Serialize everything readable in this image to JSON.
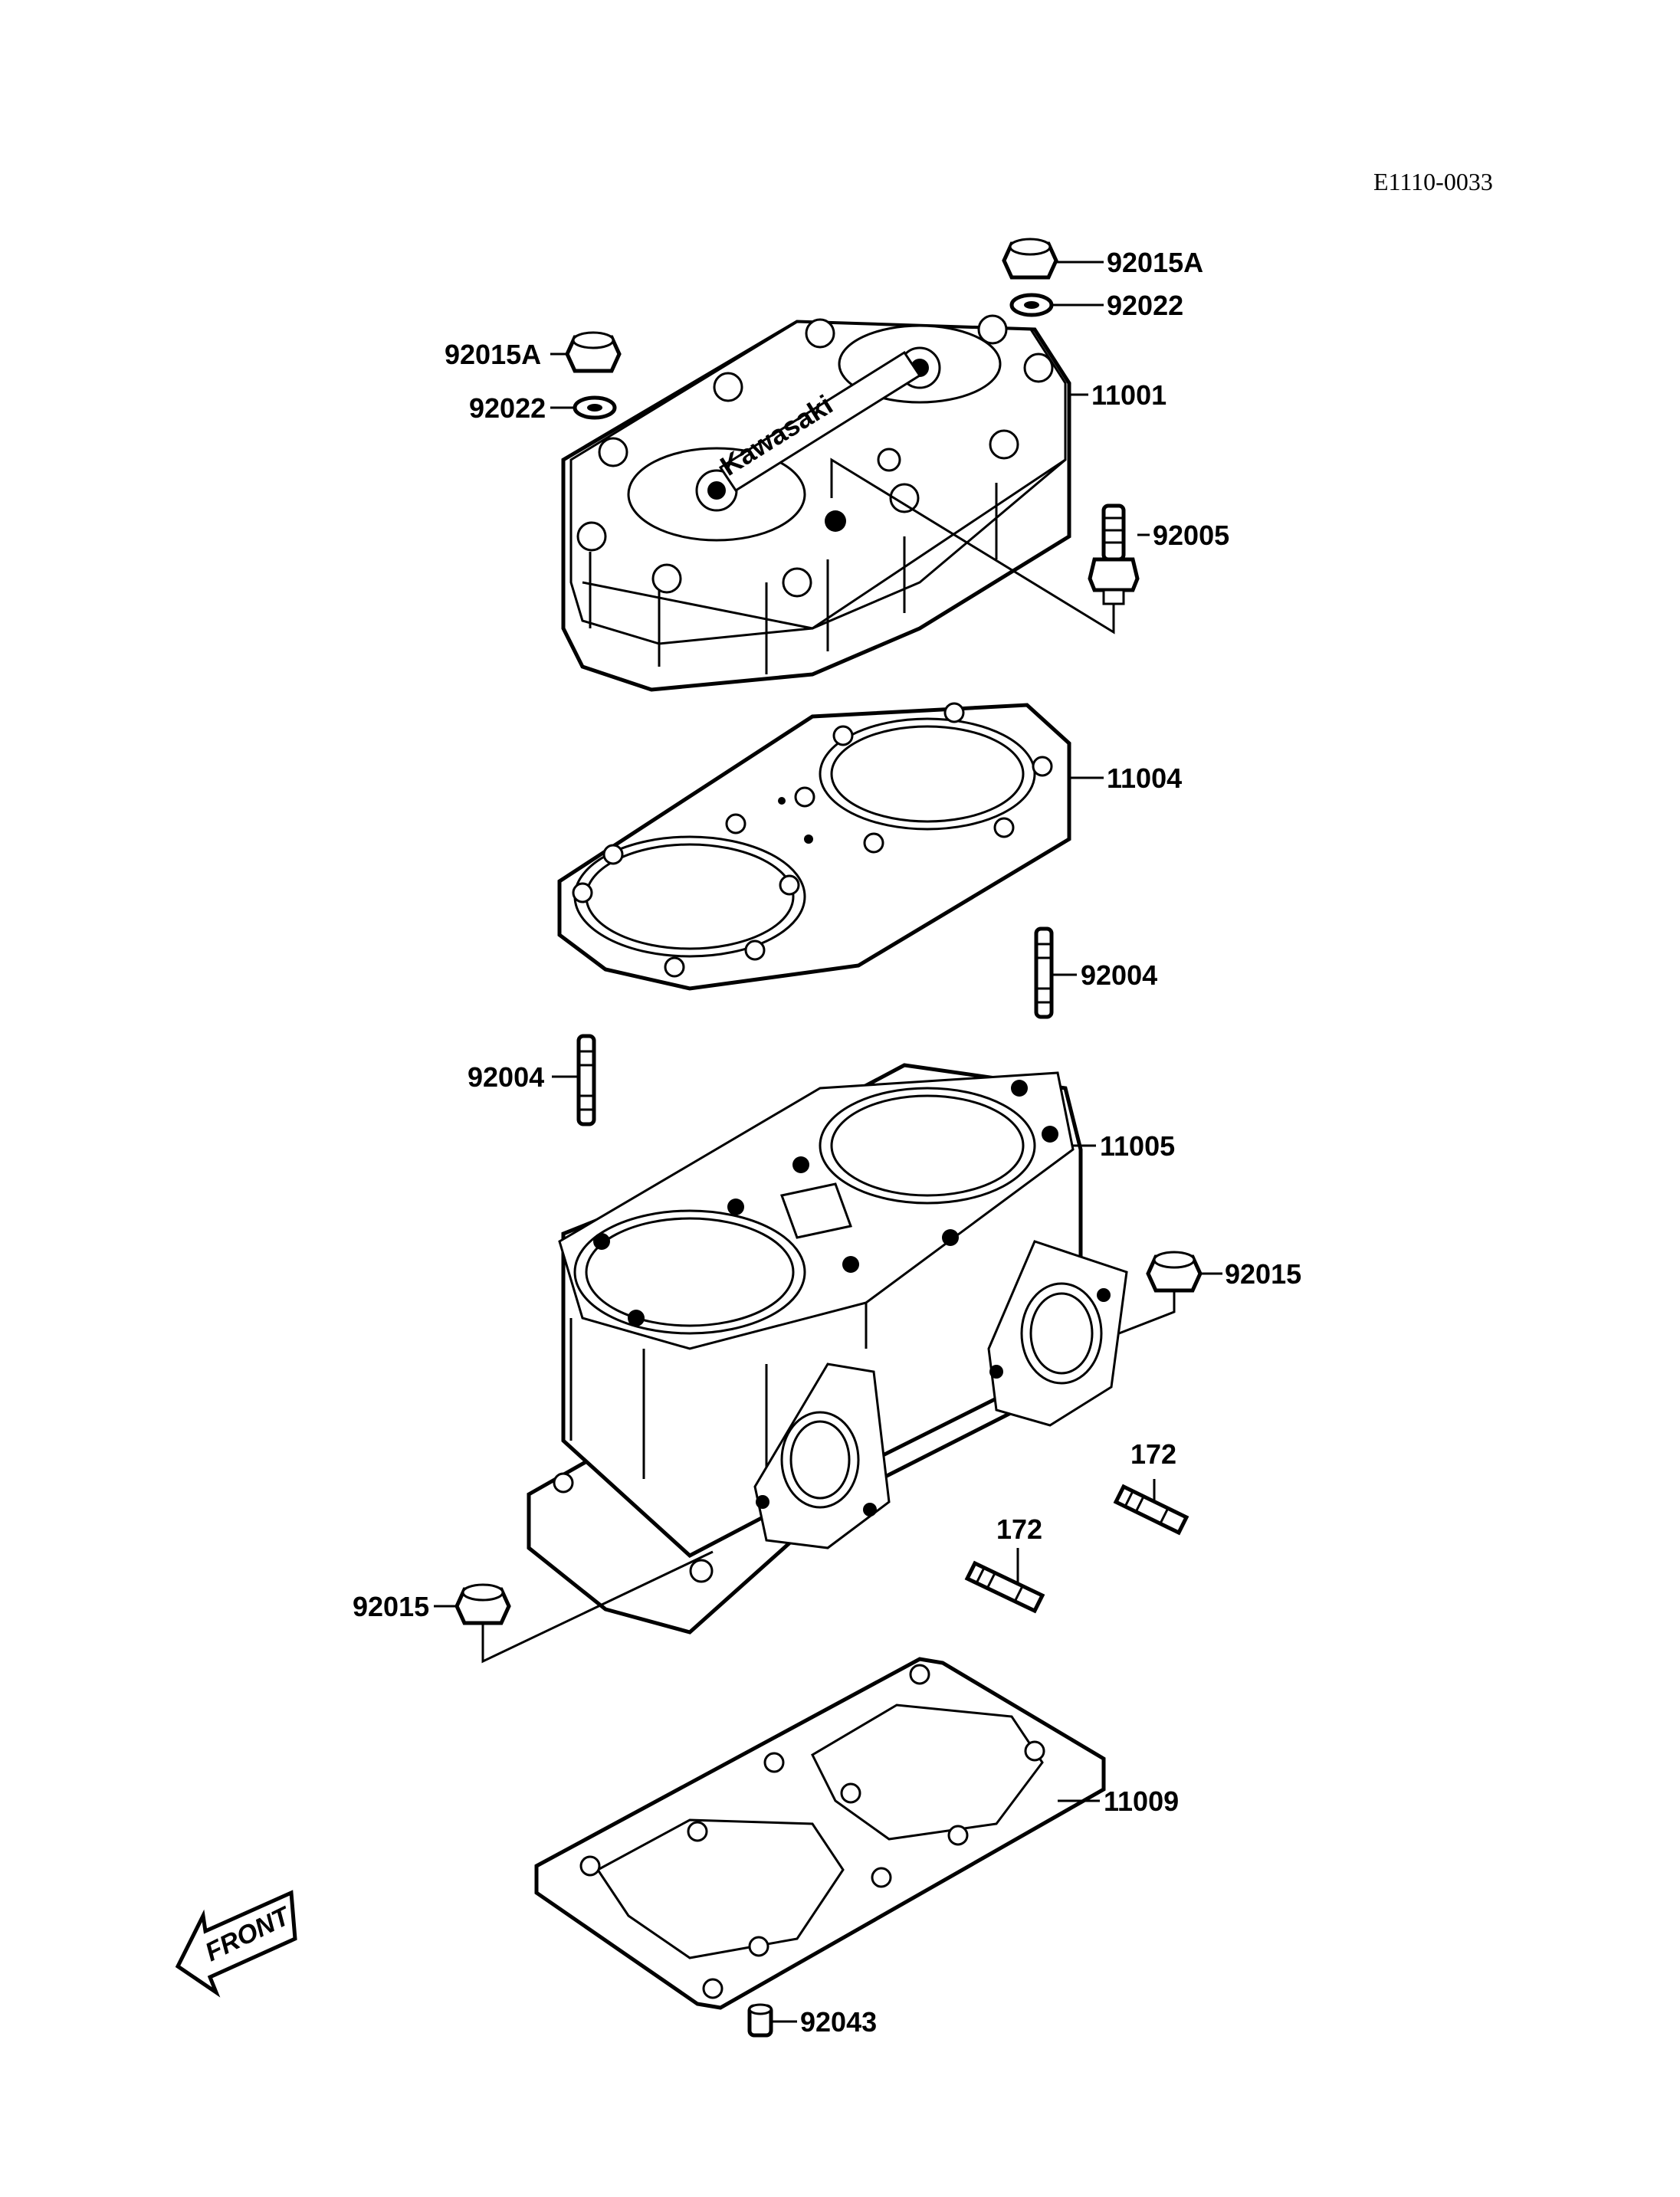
{
  "drawing_code": "E1110-0033",
  "labels": {
    "p92015A_top": "92015A",
    "p92022_top": "92022",
    "p92015A_left": "92015A",
    "p92022_left": "92022",
    "p11001": "11001",
    "p92005": "92005",
    "p11004": "11004",
    "p92004_right": "92004",
    "p92004_left": "92004",
    "p11005": "11005",
    "p92015_right": "92015",
    "p172_right": "172",
    "p172_mid": "172",
    "p92015_left": "92015",
    "p11009": "11009",
    "p92043": "92043"
  },
  "front_arrow": "FRONT",
  "head_brand": "Kawasaki"
}
